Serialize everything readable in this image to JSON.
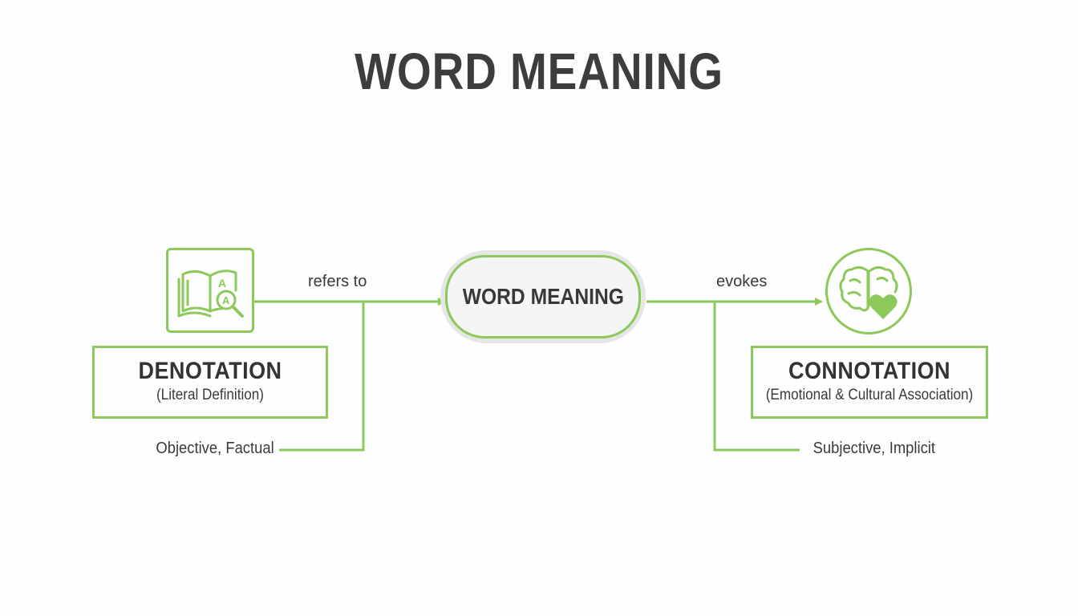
{
  "title": "WORD MEANING",
  "center_node": {
    "label": "WORD MEANING"
  },
  "left_node": {
    "title": "DENOTATION",
    "subtitle": "(Literal Definition)",
    "icon": "dictionary-book-magnifier-icon",
    "note": "Objective, Factual",
    "edge_label": "refers to"
  },
  "right_node": {
    "title": "CONNOTATION",
    "subtitle": "(Emotional & Cultural Association)",
    "icon": "brain-heart-icon",
    "note": "Subjective, Implicit",
    "edge_label": "evokes"
  },
  "colors": {
    "accent": "#8cc85a",
    "text": "#3b3b3b",
    "background": "#fdfefd",
    "pill_fill": "#f4f5f4",
    "pill_halo": "#e6e6e6"
  }
}
